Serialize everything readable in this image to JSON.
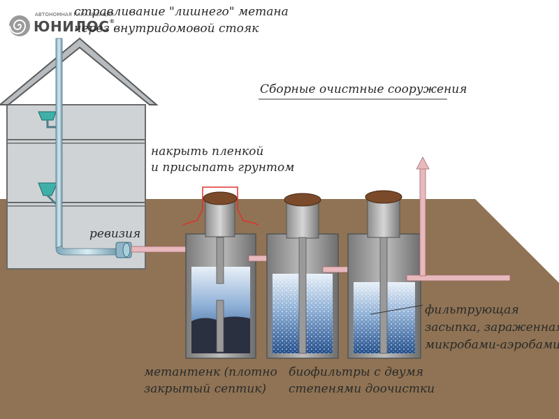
{
  "brand": {
    "tagline": "АВТОНОМНАЯ КАНАЛИЗАЦИЯ",
    "name": "ЮНИЛОС",
    "reg_mark": "®",
    "logo_icon": "spiral-logo-icon"
  },
  "labels": {
    "top_line1": "стравливание \"лишнего\" метана",
    "top_line2": "через внутридомовой стояк",
    "title": "Сборные очистные сооружения",
    "cover_line1": "накрыть пленкой",
    "cover_line2": "и присыпать грунтом",
    "revision": "ревизия",
    "filter_line1": "фильтрующая",
    "filter_line2": "засыпка, зараженная",
    "filter_line3": "микробами-аэробами",
    "methane_line1": "метантенк (плотно",
    "methane_line2": "закрытый септик)",
    "biofilter_line1": "биофильтры с двумя",
    "biofilter_line2": "степенями доочистки"
  },
  "colors": {
    "ground": "#8f7354",
    "house_wall": "#cfd3d6",
    "pipe": "#e8b9bc",
    "water": "#3d6fa8",
    "tank_wall": "#8a8a8a",
    "lid": "#7a4a2a",
    "highlight": "#e03030"
  }
}
